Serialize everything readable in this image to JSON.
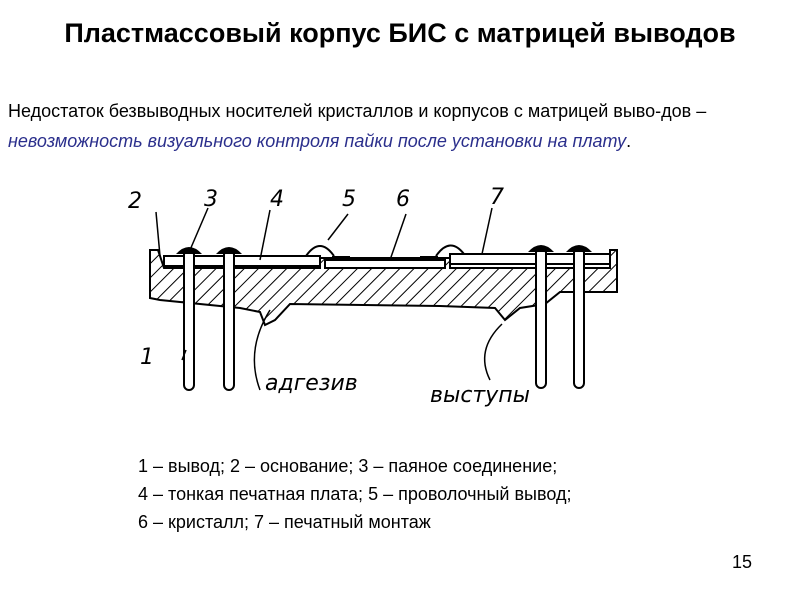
{
  "title": "Пластмассовый корпус БИС с матрицей выводов",
  "intro": {
    "lead": "Недостаток безвыводных носителей кристаллов и корпусов с матрицей выво-дов – ",
    "emphasis": "невозможность визуального контроля пайки после установки на плату",
    "tail": "."
  },
  "figure": {
    "numbers": [
      "1",
      "2",
      "3",
      "4",
      "5",
      "6",
      "7"
    ],
    "label_adhesive": "адгезив",
    "label_bumps": "выступы"
  },
  "legend": [
    "1 – вывод; 2 – основание;  3 – паяное соединение;",
    "4 – тонкая печатная плата; 5 – проволочный вывод;",
    "6 – кристалл; 7 – печатный монтаж"
  ],
  "page_number": "15"
}
